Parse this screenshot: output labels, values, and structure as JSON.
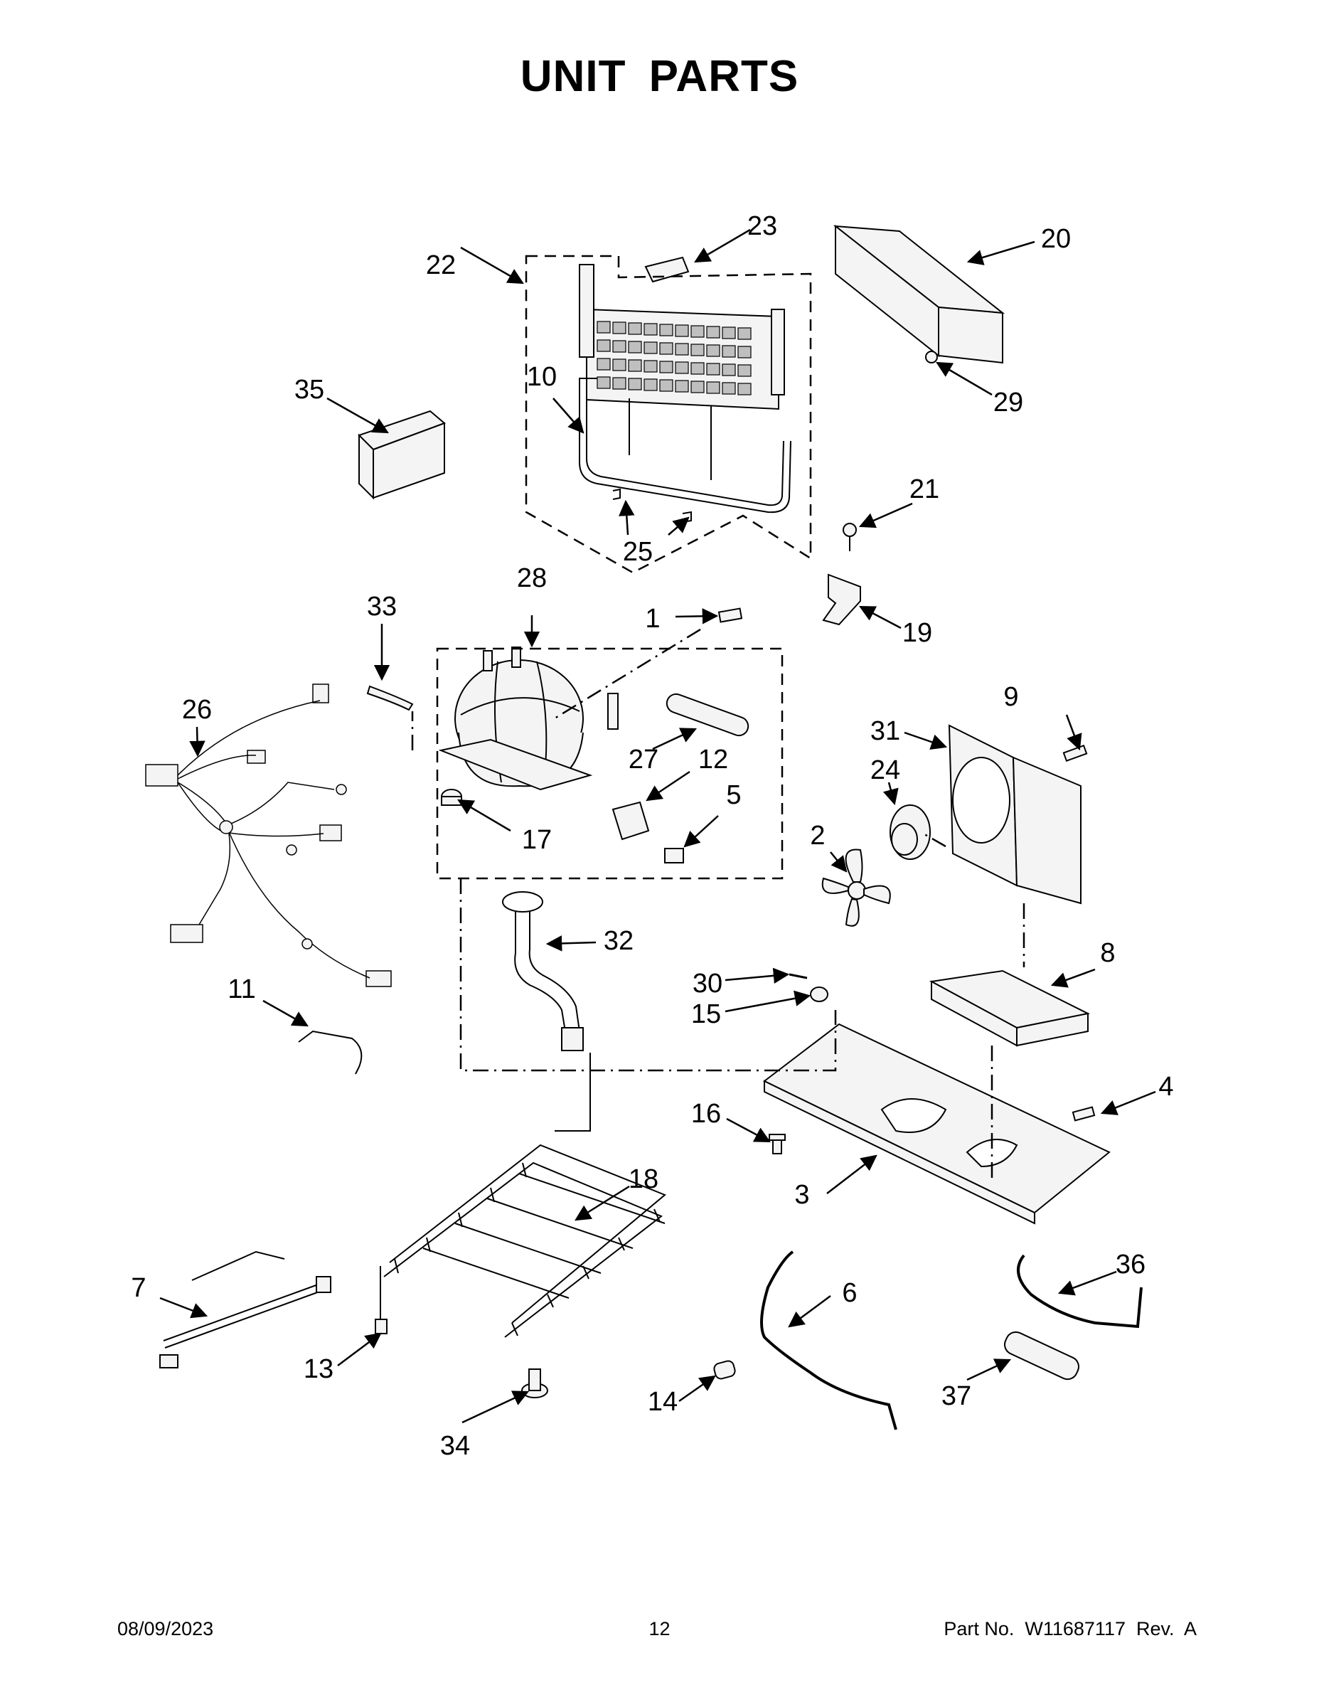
{
  "page": {
    "title": "UNIT PARTS",
    "date": "08/09/2023",
    "page_number": "12",
    "part_number": "Part No.  W11687117  Rev.  A"
  },
  "callouts": [
    "1",
    "2",
    "3",
    "4",
    "5",
    "6",
    "7",
    "8",
    "9",
    "10",
    "11",
    "12",
    "13",
    "14",
    "15",
    "16",
    "17",
    "18",
    "19",
    "20",
    "21",
    "22",
    "23",
    "24",
    "25",
    "26",
    "27",
    "28",
    "29",
    "30",
    "31",
    "32",
    "33",
    "34",
    "35",
    "36",
    "37"
  ],
  "colors": {
    "line": "#000000",
    "part_fill": "#f4f4f4",
    "coil_fill": "#bfbfbf"
  }
}
